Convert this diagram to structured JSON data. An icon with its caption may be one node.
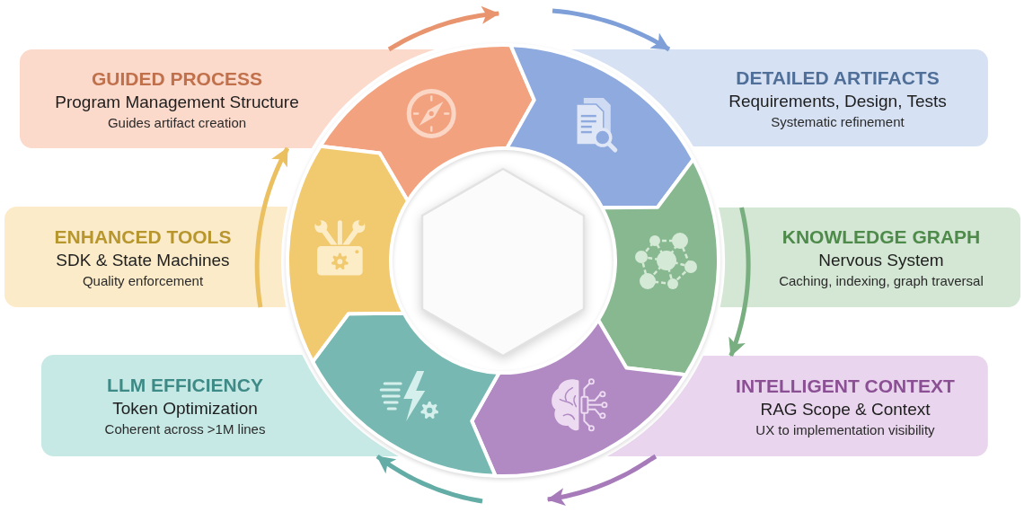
{
  "diagram": {
    "nodes": [
      {
        "text": [
          "GUIDED PROCESS",
          "Program Management Structure",
          "Guides artifact creation"
        ]
      },
      {
        "text": [
          "DETAILED ARTIFACTS",
          "Requirements, Design, Tests",
          "Systematic refinement"
        ]
      },
      {
        "text": [
          "ENHANCED TOOLS",
          "SDK & State Machines",
          "Quality enforcement"
        ]
      },
      {
        "text": [],
        "shape": "hexagon"
      },
      {
        "text": [
          "KNOWLEDGE GRAPH",
          "Nervous System",
          "Caching, indexing, graph traversal"
        ]
      },
      {
        "text": [
          "LLM EFFICIENCY",
          "Token Optimization",
          "Coherent across >1M lines"
        ]
      },
      {
        "text": [
          "INTELLIGENT CONTEXT",
          "RAG Scope & Context",
          "UX to implementation visibility"
        ]
      }
    ],
    "edges": [
      {
        "from": 0,
        "to": null,
        "arrow": "to",
        "color": "#e8956f"
      },
      {
        "from": null,
        "to": 1,
        "arrow": "to",
        "color": "#7e9fd8"
      },
      {
        "from": 4,
        "to": 6,
        "arrow": "to",
        "color": "#78ae80"
      },
      {
        "from": 6,
        "to": null,
        "arrow": "to",
        "color": "#a77bba"
      },
      {
        "from": null,
        "to": 5,
        "arrow": "to",
        "color": "#63ada6"
      },
      {
        "from": 2,
        "to": 0,
        "arrow": "to",
        "color": "#ebc060"
      }
    ]
  }
}
